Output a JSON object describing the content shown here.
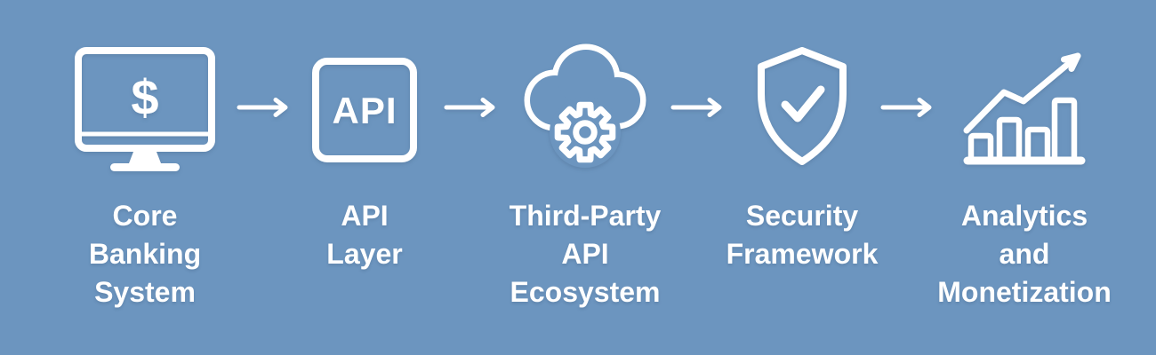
{
  "colors": {
    "background": "#6C95BF",
    "foreground": "#FFFFFF"
  },
  "flow": {
    "type": "horizontal-process-flow",
    "connector_icon": "arrow-right",
    "steps": [
      {
        "label": "Core\nBanking\nSystem",
        "icon": "monitor-dollar",
        "icon_text": "$"
      },
      {
        "label": "API\nLayer",
        "icon": "api-box",
        "icon_text": "API"
      },
      {
        "label": "Third-Party\nAPI\nEcosystem",
        "icon": "cloud-gear"
      },
      {
        "label": "Security\nFramework",
        "icon": "shield-check"
      },
      {
        "label": "Analytics\nand\nMonetization",
        "icon": "growth-chart"
      }
    ]
  }
}
